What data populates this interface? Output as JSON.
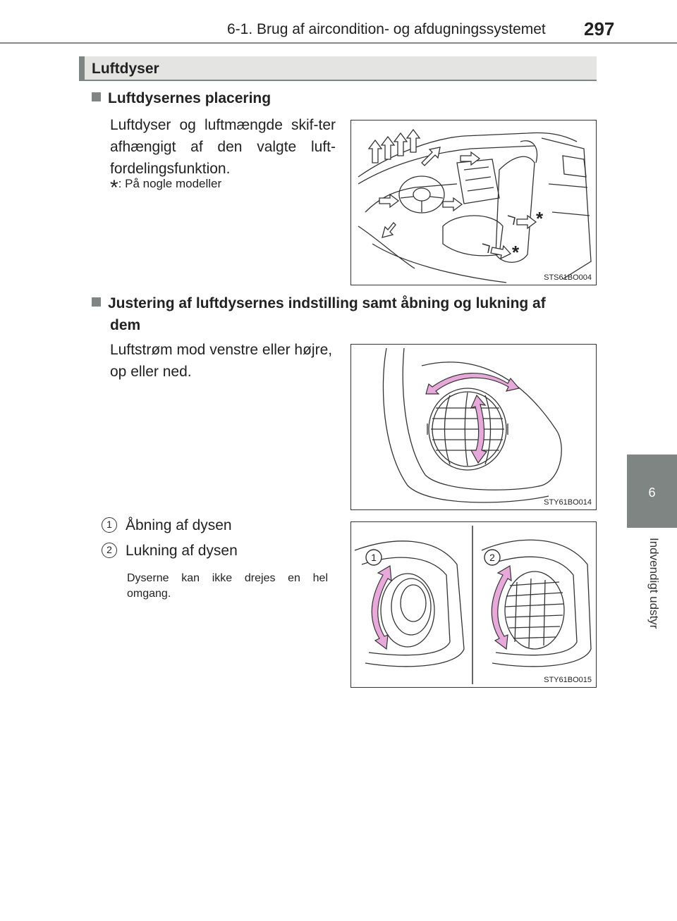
{
  "header": {
    "section_title": "6-1. Brug af aircondition- og afdugningssystemet",
    "page_number": "297"
  },
  "side_tab": {
    "chapter_number": "6",
    "chapter_title": "Indvendigt udstyr"
  },
  "section": {
    "title": "Luftdyser"
  },
  "placement": {
    "heading": "Luftdysernes placering",
    "body": "Luftdyser og luftmængde skif-ter afhængigt af den valgte luft-fordelingsfunktion.",
    "note_mark": "*",
    "note_text": ": På nogle modeller",
    "figure_code": "STS61BO004",
    "figure_asterisk": "*"
  },
  "adjust": {
    "heading_line1": "Justering af luftdysernes indstilling samt åbning og lukning af",
    "heading_line2": "dem",
    "body": "Luftstrøm mod venstre eller højre, op eller ned.",
    "figure_code": "STY61BO014"
  },
  "open_close": {
    "items": [
      {
        "num": "1",
        "label": "Åbning af dysen"
      },
      {
        "num": "2",
        "label": "Lukning af dysen"
      }
    ],
    "note": "Dyserne kan ikke drejes en hel omgang.",
    "figure_code": "STY61BO015"
  },
  "colors": {
    "accent_gray": "#7e8583",
    "section_bg": "#e4e5e2",
    "arrow_pink": "#e7a9d9"
  }
}
